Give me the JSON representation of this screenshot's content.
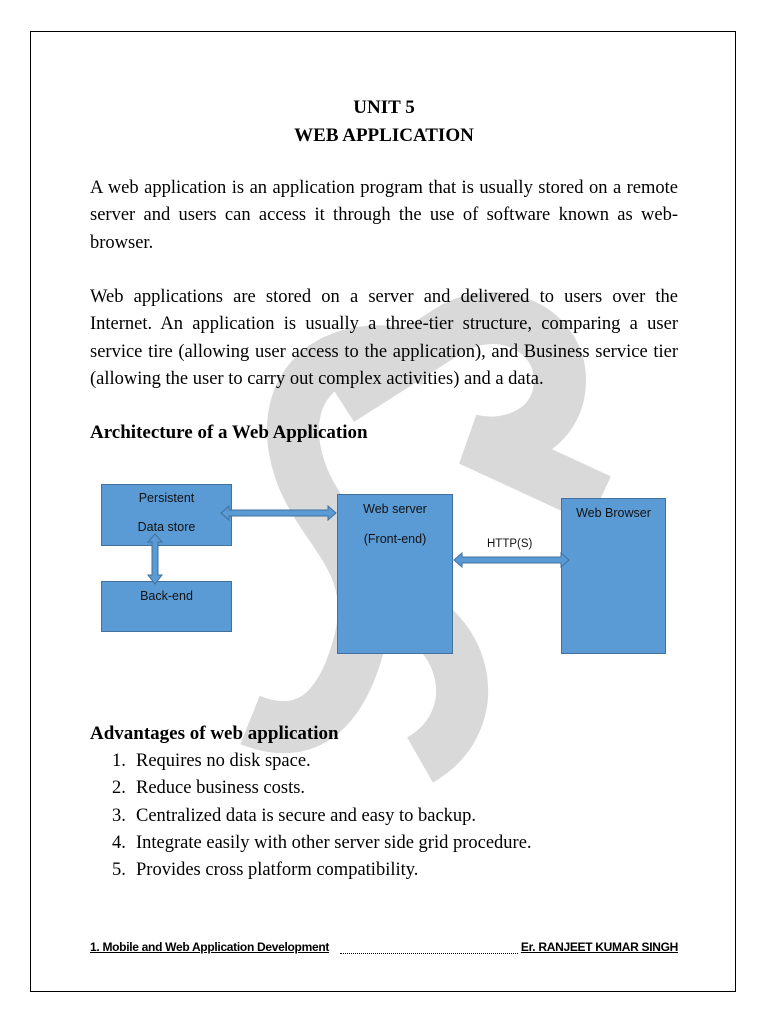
{
  "title": {
    "line1": "UNIT 5",
    "line2": "WEB APPLICATION"
  },
  "paragraphs": [
    "A web application is an application program that is usually stored on a remote server and users can access it through the use of software known as web-browser.",
    "Web applications are stored on a server and delivered to users over the Internet. An application is usually a three-tier structure, comparing a user service tire (allowing user access to the application), and Business service tier (allowing the user to carry out complex activities) and a data."
  ],
  "architecture": {
    "heading": "Architecture of a Web Application",
    "persistent_store": {
      "line1": "Persistent",
      "line2": "Data store"
    },
    "backend": "Back-end",
    "web_server": {
      "line1": "Web server",
      "line2": "(Front-end)"
    },
    "web_browser": "Web Browser",
    "protocol_label": "HTTP(S)"
  },
  "advantages": {
    "heading": "Advantages of web application",
    "items": [
      {
        "num": "1.",
        "text": "Requires no disk space."
      },
      {
        "num": "2.",
        "text": "Reduce business costs."
      },
      {
        "num": "3.",
        "text": "Centralized data is secure and easy to backup."
      },
      {
        "num": "4.",
        "text": "Integrate easily with other server side grid procedure."
      },
      {
        "num": "5.",
        "text": "Provides cross platform compatibility."
      }
    ]
  },
  "footer": {
    "left": "1. Mobile and Web Application Development",
    "right": "Er. RANJEET KUMAR SINGH"
  },
  "colors": {
    "box_fill": "#5b9bd5",
    "box_border": "#41719c",
    "watermark": "#d9d9d9"
  }
}
